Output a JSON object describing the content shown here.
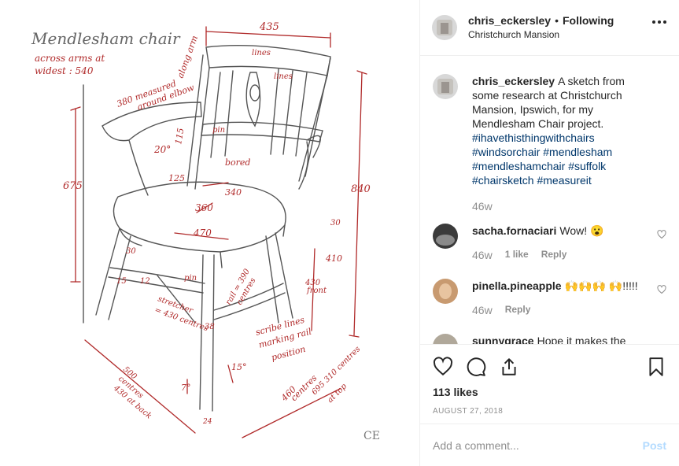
{
  "header": {
    "username": "chris_eckersley",
    "separator": "•",
    "follow_label": "Following",
    "location": "Christchurch Mansion"
  },
  "sketch": {
    "title": "Mendlesham chair",
    "notes": [
      "across arms at",
      "widest : 540",
      "435",
      "380 measured",
      "around elbow",
      "along arm",
      "lines",
      "lines",
      "20°",
      "115",
      "bored",
      "pin",
      "125",
      "340",
      "675",
      "840",
      "360",
      "470",
      "30",
      "430",
      "front",
      "410",
      "30",
      "15",
      "12",
      "pin",
      "stretcher",
      "= 430 centres",
      "rail = 390",
      "centres",
      "38",
      "scribe lines",
      "marking rail",
      "position",
      "7°",
      "15°",
      "500",
      "centres",
      "430 at back",
      "460",
      "centres",
      "695 310 centres",
      "at top",
      "24",
      "CE"
    ]
  },
  "caption": {
    "username": "chris_eckersley",
    "text": "A sketch from some research at Christchurch Mansion, Ipswich, for my Mendlesham Chair project.",
    "tags": [
      "#ihavethisthingwithchairs",
      "#windsorchair",
      "#mendlesham",
      "#mendleshamchair",
      "#suffolk",
      "#chairsketch",
      "#measureit"
    ],
    "time": "46w"
  },
  "comments": [
    {
      "username": "sacha.fornaciari",
      "text": "Wow! 😮",
      "time": "46w",
      "likes": "1 like",
      "reply": "Reply"
    },
    {
      "username": "pinella.pineapple",
      "text": "🙌🙌🙌 🙌!!!!!",
      "time": "46w",
      "reply": "Reply"
    },
    {
      "username": "sunnygrace",
      "text": "Hope it makes the"
    }
  ],
  "actions": {
    "likes": "113 likes",
    "date": "August 27, 2018"
  },
  "add_comment": {
    "placeholder": "Add a comment...",
    "post_label": "Post"
  },
  "colors": {
    "red_ink": "#b02a2a",
    "pencil": "#555555",
    "link": "#00376b",
    "post_disabled": "#b3dbff"
  }
}
